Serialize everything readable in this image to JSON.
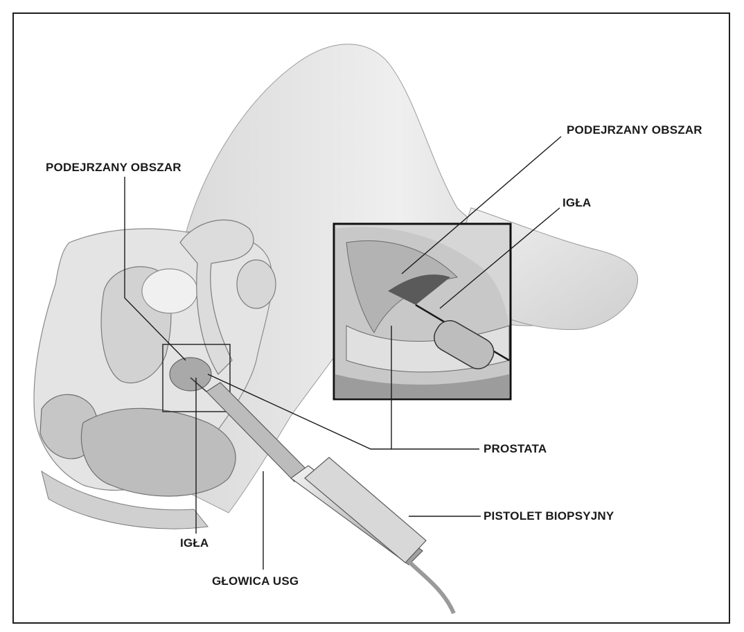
{
  "labels": {
    "suspicious_area_left": "PODEJRZANY OBSZAR",
    "suspicious_area_inset": "PODEJRZANY OBSZAR",
    "needle_inset": "IGŁA",
    "prostate": "PROSTATA",
    "biopsy_gun": "PISTOLET BIOPSYJNY",
    "needle_bottom": "IGŁA",
    "ultrasound_probe": "GŁOWICA USG"
  },
  "colors": {
    "frame": "#1e1e1e",
    "label_text": "#1a1a1a",
    "skin_light": "#ececec",
    "skin_mid": "#cfcfcf",
    "skin_dark": "#8e8e8e",
    "tissue": "#b8b8b8"
  }
}
